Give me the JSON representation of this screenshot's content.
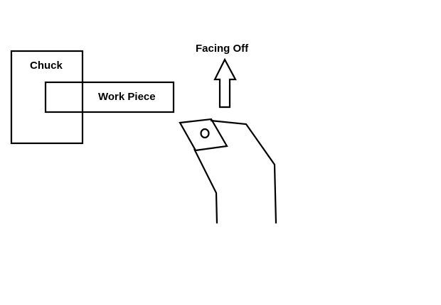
{
  "labels": {
    "chuck": "Chuck",
    "work_piece": "Work Piece",
    "facing_off": "Facing Off"
  },
  "colors": {
    "stroke": "#000000",
    "background": "#ffffff"
  },
  "icons": {
    "direction_arrow": "arrow-up-icon",
    "insert_screw": "circle-icon"
  }
}
